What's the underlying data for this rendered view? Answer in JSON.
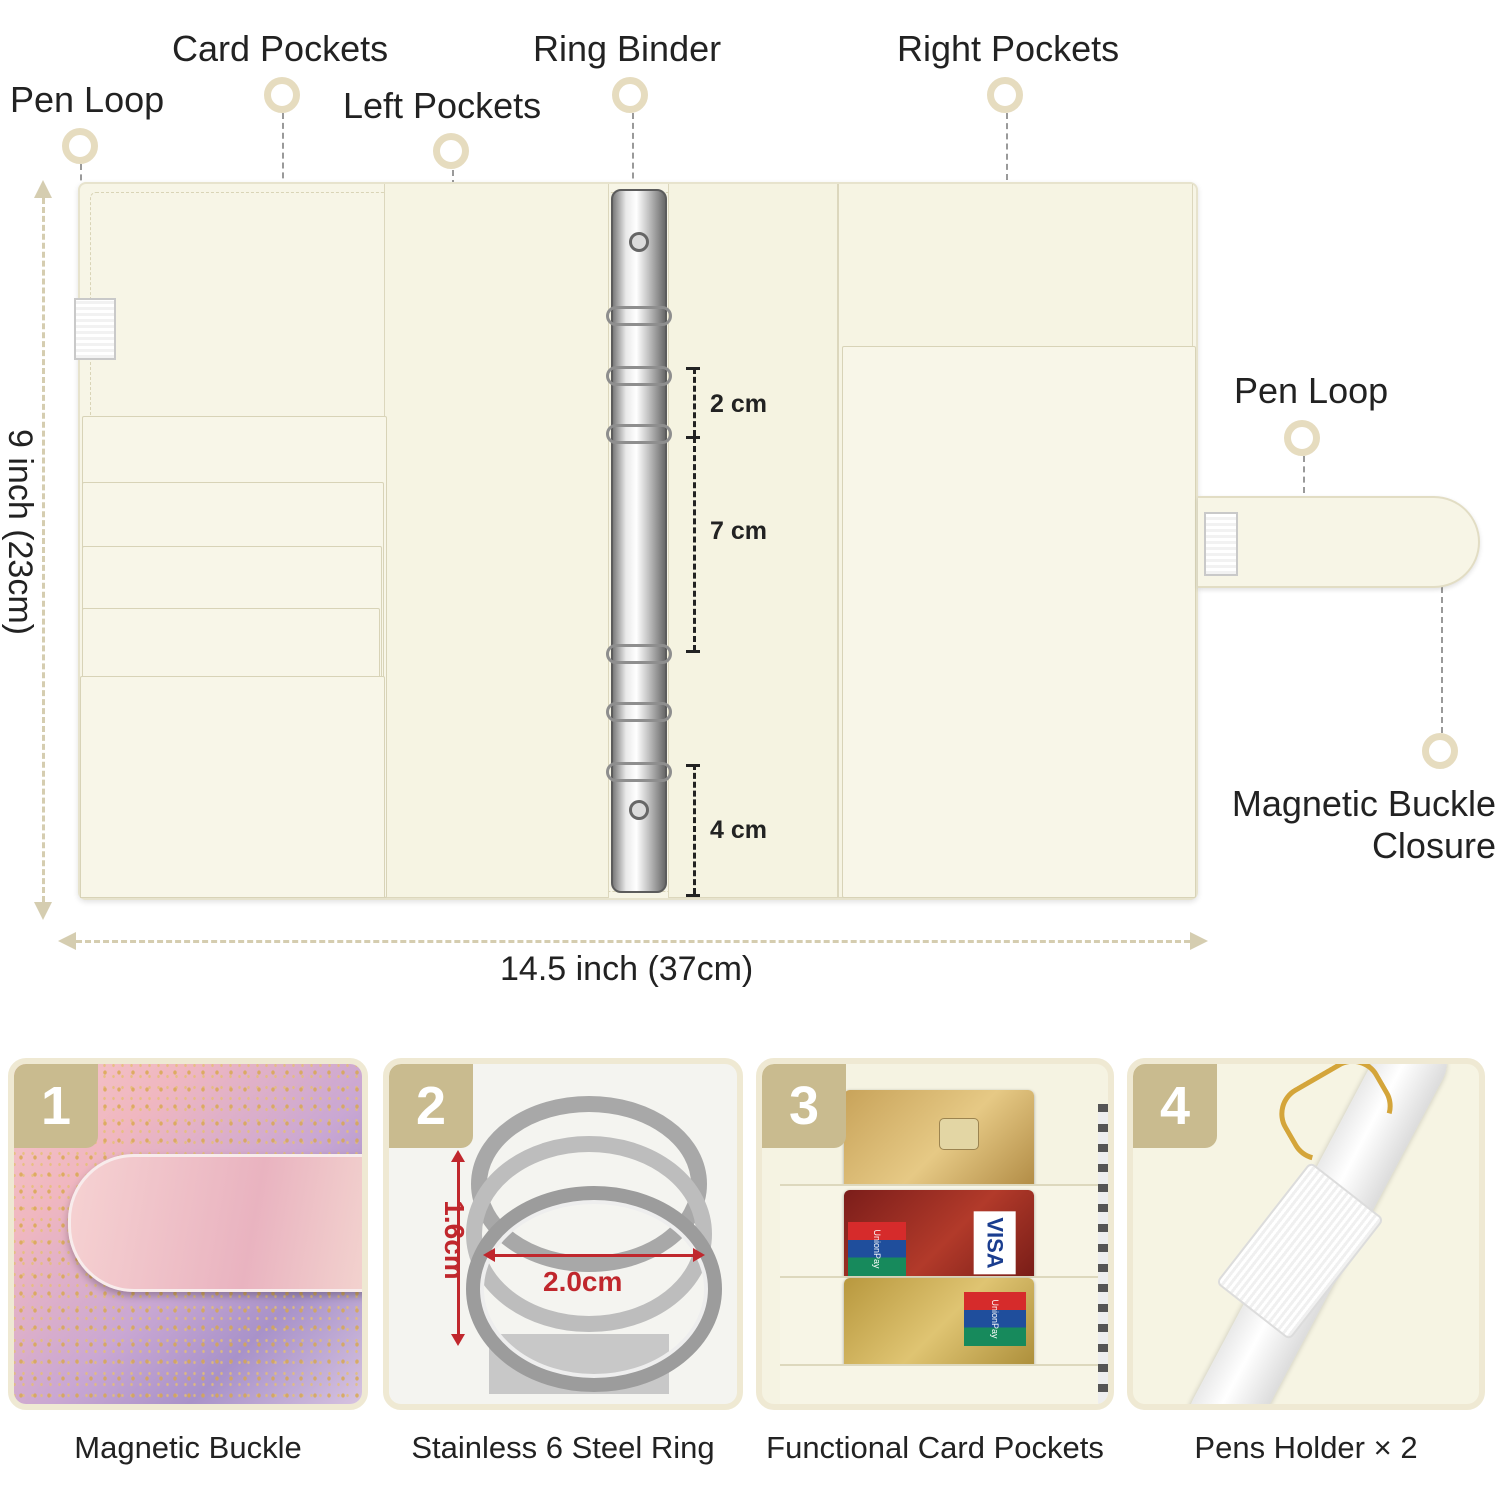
{
  "callouts": {
    "pen_loop_left": "Pen Loop",
    "card_pockets": "Card Pockets",
    "left_pockets": "Left Pockets",
    "ring_binder": "Ring Binder",
    "right_pockets": "Right Pockets",
    "pen_loop_right": "Pen Loop",
    "magnetic_line1": "Magnetic Buckle",
    "magnetic_line2": "Closure"
  },
  "dimensions": {
    "height": "9 inch (23cm)",
    "width": "14.5 inch (37cm)",
    "ring_gap_1": "2 cm",
    "ring_gap_2": "7 cm",
    "ring_gap_3": "4 cm"
  },
  "features": [
    {
      "number": "1",
      "caption": "Magnetic Buckle"
    },
    {
      "number": "2",
      "caption": "Stainless 6 Steel Ring",
      "height_label": "1.6cm",
      "width_label": "2.0cm"
    },
    {
      "number": "3",
      "caption": "Functional Card Pockets",
      "cards": [
        "VISA",
        "UnionPay",
        "UnionPay"
      ]
    },
    {
      "number": "4",
      "caption": "Pens Holder × 2"
    }
  ],
  "colors": {
    "cream": "#f7f5e6",
    "marker_ring": "#e6dcbf",
    "badge": "#c9bb8f",
    "tile_border": "#efe9d3",
    "dimension_red": "#c0272d"
  }
}
